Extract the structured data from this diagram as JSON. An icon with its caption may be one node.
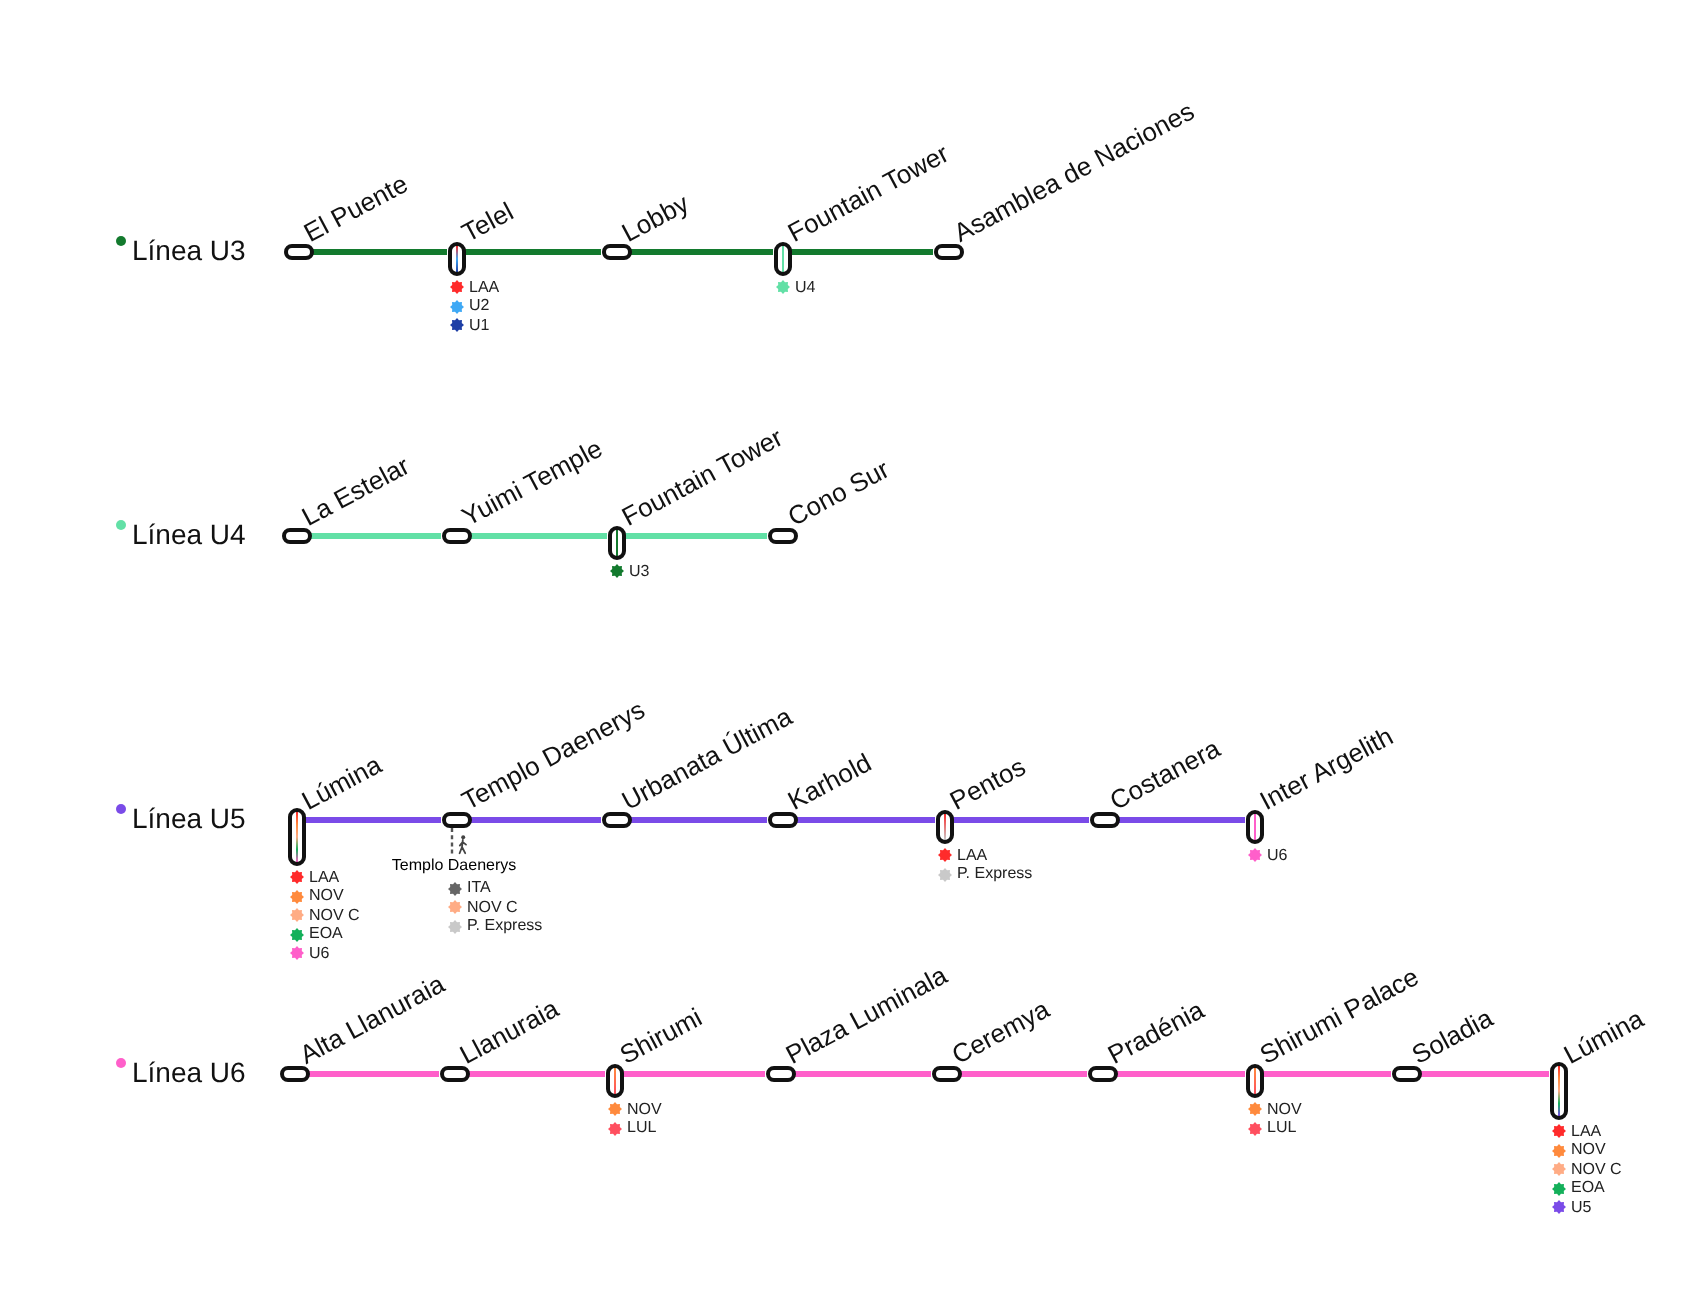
{
  "diagram": {
    "nodes": [
      {
        "text": [
          "El Puente"
        ]
      },
      {
        "text": [
          "Telel"
        ],
        "beside": [
          "LAA",
          "U2",
          "U1"
        ]
      },
      {
        "text": [
          "Lobby"
        ]
      },
      {
        "text": [
          "Fountain Tower"
        ],
        "beside": [
          "U4"
        ]
      },
      {
        "text": [
          "Asamblea de Naciones"
        ]
      },
      {
        "text": [
          "La Estelar"
        ]
      },
      {
        "text": [
          "Yuimi Temple"
        ]
      },
      {
        "text": [
          "Fountain Tower"
        ],
        "beside": [
          "U3"
        ]
      },
      {
        "text": [
          "Cono Sur"
        ]
      },
      {
        "text": [
          "Lúmina"
        ],
        "beside": [
          "LAA",
          "NOV",
          "NOV C",
          "EOA",
          "U6"
        ]
      },
      {
        "text": [
          "Templo Daenerys"
        ]
      },
      {
        "text": [
          "Templo Daenerys"
        ],
        "beside": [
          "ITA",
          "NOV C",
          "P. Express"
        ]
      },
      {
        "text": [
          "Urbanata Última"
        ]
      },
      {
        "text": [
          "Karhold"
        ]
      },
      {
        "text": [
          "Pentos"
        ],
        "beside": [
          "LAA",
          "P. Express"
        ]
      },
      {
        "text": [
          "Costanera"
        ]
      },
      {
        "text": [
          "Inter Argelith"
        ],
        "beside": [
          "U6"
        ]
      },
      {
        "text": [
          "Alta Llanuraia"
        ]
      },
      {
        "text": [
          "Llanuraia"
        ]
      },
      {
        "text": [
          "Shirumi"
        ],
        "beside": [
          "NOV",
          "LUL"
        ]
      },
      {
        "text": [
          "Plaza Luminala"
        ]
      },
      {
        "text": [
          "Ceremya"
        ]
      },
      {
        "text": [
          "Pradénia"
        ]
      },
      {
        "text": [
          "Shirumi Palace"
        ],
        "beside": [
          "NOV",
          "LUL"
        ]
      },
      {
        "text": [
          "Soladia"
        ]
      },
      {
        "text": [
          "Lúmina"
        ],
        "beside": [
          "LAA",
          "NOV",
          "NOV C",
          "EOA",
          "U5"
        ]
      }
    ],
    "edges": [
      {
        "from": 0,
        "to": 1,
        "arrow": "none",
        "color": "#137a2e"
      },
      {
        "from": 1,
        "to": 2,
        "arrow": "none",
        "color": "#137a2e"
      },
      {
        "from": 2,
        "to": 3,
        "arrow": "none",
        "color": "#137a2e"
      },
      {
        "from": 3,
        "to": 4,
        "arrow": "none",
        "color": "#137a2e"
      },
      {
        "from": 5,
        "to": 6,
        "arrow": "none",
        "color": "#62e0a6"
      },
      {
        "from": 6,
        "to": 7,
        "arrow": "none",
        "color": "#62e0a6"
      },
      {
        "from": 7,
        "to": 8,
        "arrow": "none",
        "color": "#62e0a6"
      },
      {
        "from": 9,
        "to": 10,
        "arrow": "none",
        "color": "#7a4be8"
      },
      {
        "from": 10,
        "to": 12,
        "arrow": "none",
        "color": "#7a4be8"
      },
      {
        "from": 12,
        "to": 13,
        "arrow": "none",
        "color": "#7a4be8"
      },
      {
        "from": 13,
        "to": 14,
        "arrow": "none",
        "color": "#7a4be8"
      },
      {
        "from": 14,
        "to": 15,
        "arrow": "none",
        "color": "#7a4be8"
      },
      {
        "from": 15,
        "to": 16,
        "arrow": "none",
        "color": "#7a4be8"
      },
      {
        "from": 10,
        "to": 11,
        "arrow": "none",
        "style": "dashed",
        "color": "#555555"
      },
      {
        "from": 17,
        "to": 18,
        "arrow": "none",
        "color": "#ff5fca"
      },
      {
        "from": 18,
        "to": 19,
        "arrow": "none",
        "color": "#ff5fca"
      },
      {
        "from": 19,
        "to": 20,
        "arrow": "none",
        "color": "#ff5fca"
      },
      {
        "from": 20,
        "to": 21,
        "arrow": "none",
        "color": "#ff5fca"
      },
      {
        "from": 21,
        "to": 22,
        "arrow": "none",
        "color": "#ff5fca"
      },
      {
        "from": 22,
        "to": 23,
        "arrow": "none",
        "color": "#ff5fca"
      },
      {
        "from": 23,
        "to": 24,
        "arrow": "none",
        "color": "#ff5fca"
      },
      {
        "from": 24,
        "to": 25,
        "arrow": "none",
        "color": "#ff5fca"
      }
    ],
    "labels": [
      "Línea U3",
      "Línea U4",
      "Línea U5",
      "Línea U6"
    ]
  }
}
